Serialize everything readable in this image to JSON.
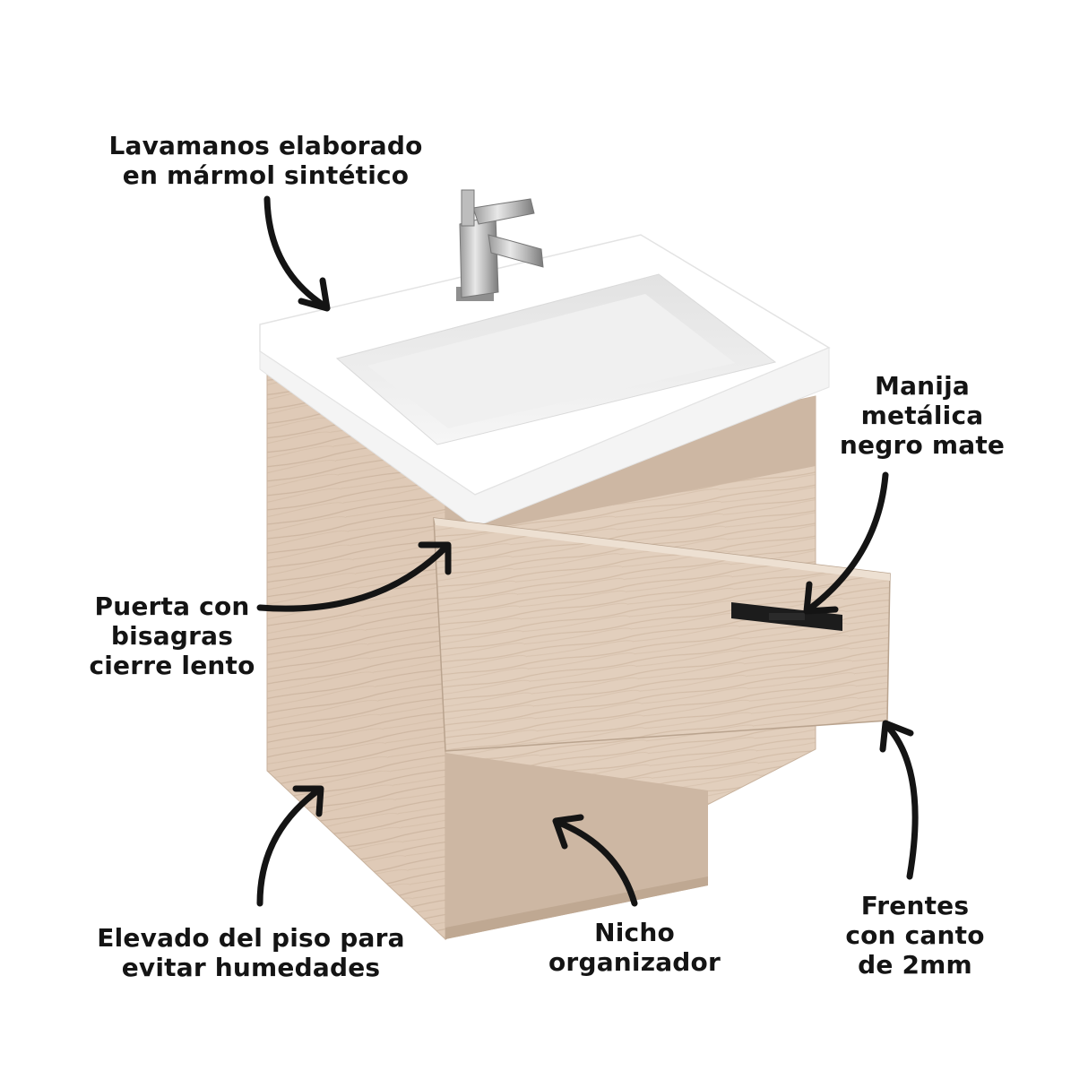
{
  "colors": {
    "wood": "#e2cfbd",
    "wood_dark": "#cdb7a3",
    "wood_shadow": "#bfa892",
    "marble": "#ffffff",
    "basin": "#eeeeee",
    "handle": "#1c1c1c",
    "arrow": "#141414",
    "text": "#141414"
  },
  "callouts": [
    {
      "id": "sink",
      "lines": [
        "Lavamanos elaborado",
        "en mármol sintético"
      ]
    },
    {
      "id": "handle",
      "lines": [
        "Manija",
        "metálica",
        "negro mate"
      ]
    },
    {
      "id": "door",
      "lines": [
        "Puerta con",
        "bisagras",
        "cierre lento"
      ]
    },
    {
      "id": "elevated",
      "lines": [
        "Elevado del piso para",
        "evitar humedades"
      ]
    },
    {
      "id": "niche",
      "lines": [
        "Nicho",
        "organizador"
      ]
    },
    {
      "id": "fronts",
      "lines": [
        "Frentes",
        "con canto",
        "de 2mm"
      ]
    }
  ]
}
